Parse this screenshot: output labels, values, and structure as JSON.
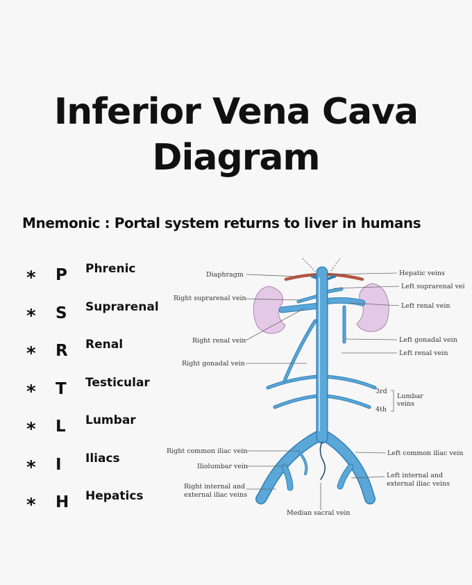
{
  "title": {
    "line1": "Inferior Vena Cava",
    "line2": "Diagram"
  },
  "mnemonic": "Mnemonic : Portal system returns to liver in humans",
  "list": [
    {
      "star": "*",
      "letter": "P",
      "word": "Phrenic"
    },
    {
      "star": "*",
      "letter": "S",
      "word": "Suprarenal"
    },
    {
      "star": "*",
      "letter": "R",
      "word": "Renal"
    },
    {
      "star": "*",
      "letter": "T",
      "word": "Testicular"
    },
    {
      "star": "*",
      "letter": "L",
      "word": "Lumbar"
    },
    {
      "star": "*",
      "letter": "I",
      "word": "Iliacs"
    },
    {
      "star": "*",
      "letter": "H",
      "word": "Hepatics"
    }
  ],
  "labels": {
    "diaphragm": "Diaphragm",
    "hepatic_veins": "Hepatic veins",
    "left_suprarenal_vein": "Left suprarenal vei",
    "right_suprarenal_vein": "Right suprarenal vein",
    "left_renal_vein_top": "Left renal vein",
    "right_renal_vein": "Right renal vein",
    "left_gonadal_vein": "Left gonadal vein",
    "left_renal_vein_bottom": "Left renal vein",
    "right_gonadal_vein": "Right gonadal vein",
    "lumbar_3rd": "3rd",
    "lumbar_4th": "4th",
    "lumbar_veins_1": "Lumbar",
    "lumbar_veins_2": "veins",
    "right_common_iliac_vein": "Right common iliac vein",
    "left_common_iliac_vein": "Left common iliac vein",
    "iliolumbar_vein": "Iliolumbar vein",
    "left_internal_1": "Left internal and",
    "left_internal_2": "external iliac veins",
    "right_internal_1": "Right internal and",
    "right_internal_2": "external iliac veins",
    "median_sacral_vein": "Median sacral vein"
  },
  "colors": {
    "vein": "#5aa7d8",
    "vein_edge": "#2f7fb5",
    "kidney": "#e3c9e6",
    "kidney_edge": "#a884b0",
    "diaphragm": "#b5533f"
  }
}
